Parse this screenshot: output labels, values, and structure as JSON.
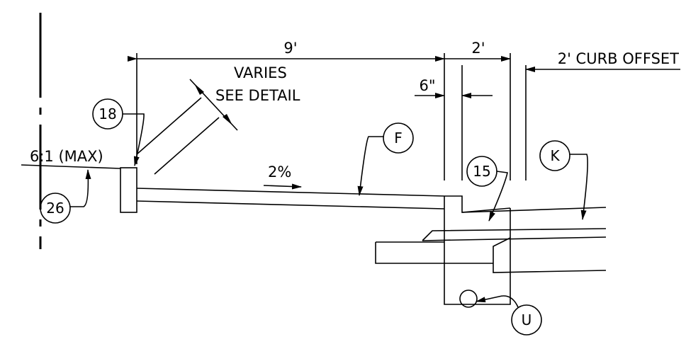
{
  "dimensions": {
    "sidewalk_width": "9'",
    "curb_width": "2'",
    "curb_top": "6\"",
    "curb_offset": "2' CURB OFFSET"
  },
  "notes": {
    "varies_line1": "VARIES",
    "varies_line2": "SEE DETAIL",
    "slope_max": "6:1 (MAX)",
    "cross_slope": "2%"
  },
  "callouts": {
    "c18": "18",
    "c26": "26",
    "cF": "F",
    "c15": "15",
    "cK": "K",
    "cU": "U"
  }
}
